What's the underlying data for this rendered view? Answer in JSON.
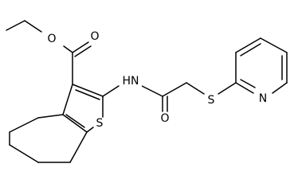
{
  "structure": {
    "atoms": {
      "ester_ether_oxygen": "O",
      "carbonyl_oxygen_ester": "O",
      "amide_nitrogen": "HN",
      "amide_carbonyl_oxygen": "O",
      "thioether_sulfur": "S",
      "pyridine_nitrogen": "N",
      "thiophene_sulfur": "S"
    }
  },
  "colors": {
    "bond": "#000000",
    "label": "#000000",
    "background": "#ffffff"
  }
}
